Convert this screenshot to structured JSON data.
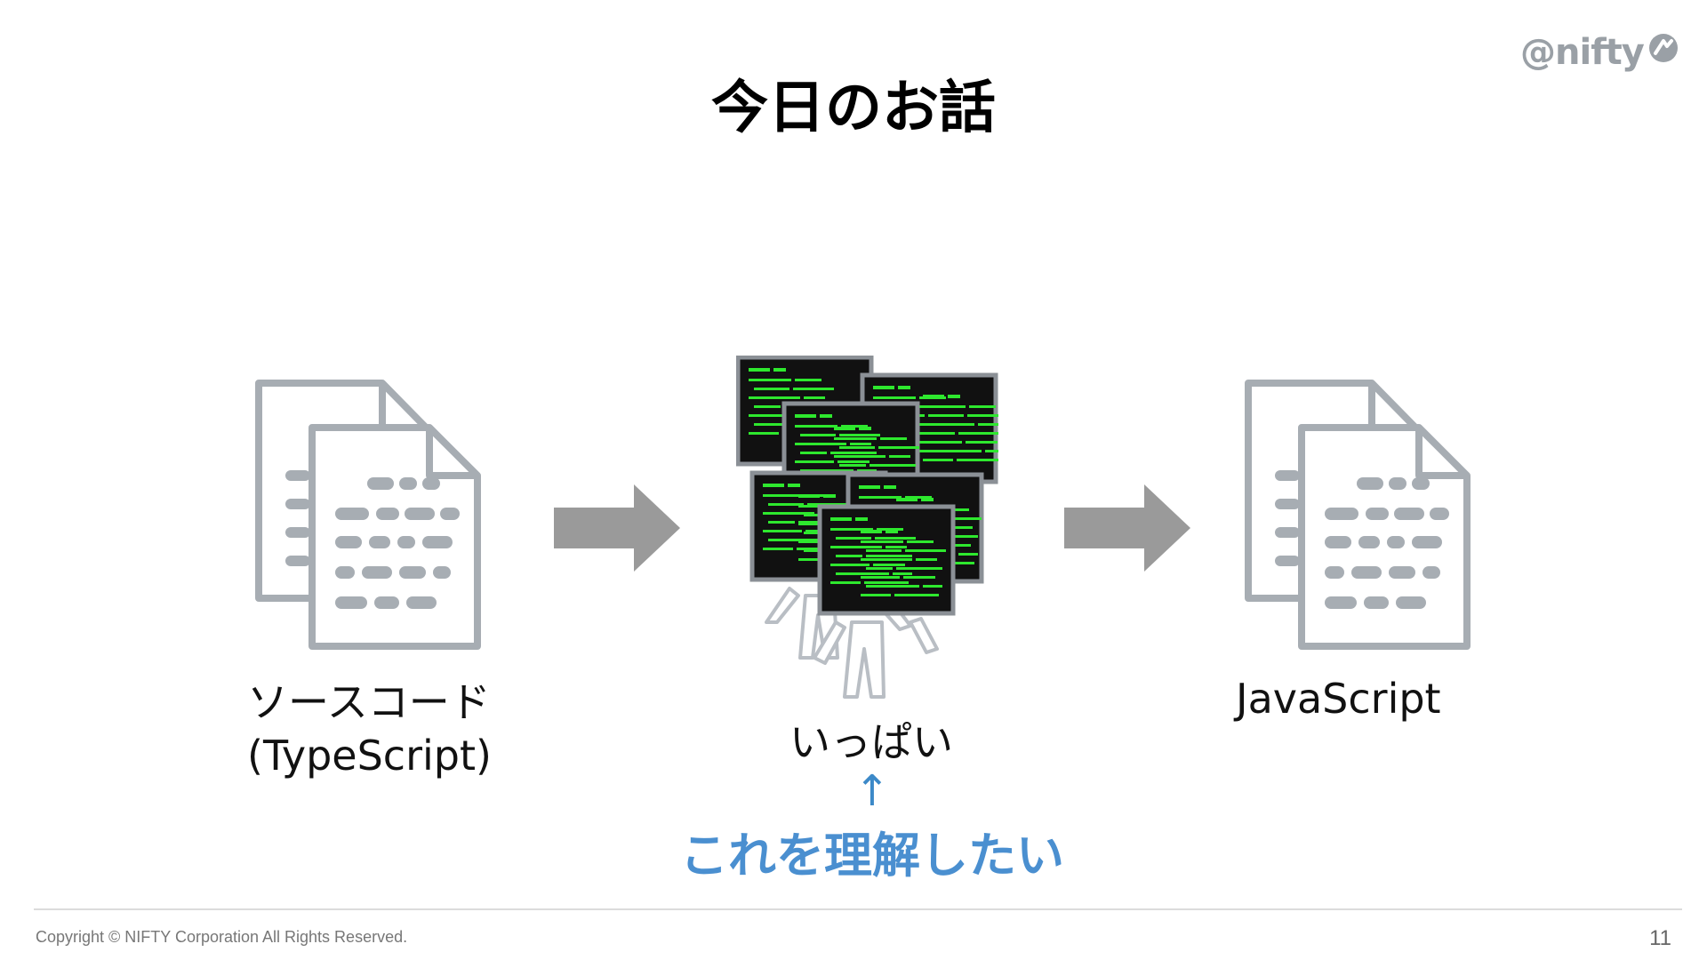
{
  "logo": {
    "text": "@nifty"
  },
  "slide": {
    "title": "今日のお話",
    "source_label_line1": "ソースコード",
    "source_label_line2": "(TypeScript)",
    "many_label": "いっぱい",
    "up_arrow": "↑",
    "emphasis": "これを理解したい",
    "output_label": "JavaScript"
  },
  "footer": {
    "copyright": "Copyright © NIFTY Corporation All Rights Reserved.",
    "page_number": "11"
  },
  "icons": {
    "documents": "documents-icon",
    "arrow": "right-arrow-icon",
    "programmers": "programmers-monitors-icon"
  },
  "colors": {
    "accent_blue": "#4a8fd0",
    "arrow_gray": "#9a9a9a",
    "doc_gray": "#a7adb3",
    "terminal_green": "#2ee82e"
  }
}
